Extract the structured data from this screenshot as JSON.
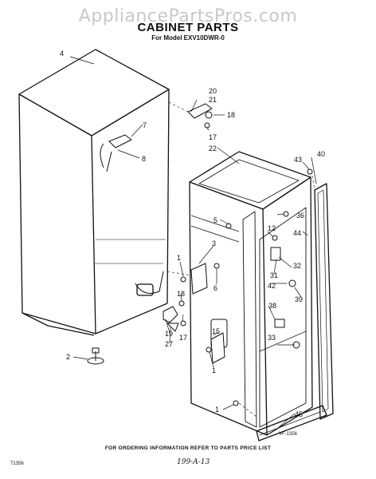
{
  "watermark": "AppliancePartsPros.com",
  "header": {
    "title": "CABINET PARTS",
    "subtitle": "For Model EXV10DWR-0"
  },
  "callouts": {
    "p1a": "1",
    "p1b": "1",
    "p1c": "1",
    "p2": "2",
    "p3": "3",
    "p4": "4",
    "p5": "5",
    "p6": "6",
    "p7": "7",
    "p8": "8",
    "p12": "12",
    "p15": "15",
    "p17a": "17",
    "p17b": "17",
    "p18a": "18",
    "p18b": "18",
    "p19": "19",
    "p20": "20",
    "p21": "21",
    "p22": "22",
    "p27": "27",
    "p31": "31",
    "p32": "32",
    "p33": "33",
    "p36": "36",
    "p38": "38",
    "p39": "39",
    "p40": "40",
    "p42": "42",
    "p43": "43",
    "p44": "44",
    "p45": "45"
  },
  "footer": {
    "drawing_no": "VF-1356",
    "ordering_note": "FOR ORDERING INFORMATION REFER TO PARTS PRICE LIST",
    "code": "71356",
    "handwritten": "199-A-13"
  }
}
